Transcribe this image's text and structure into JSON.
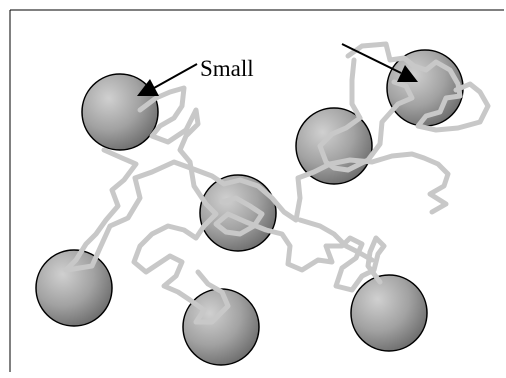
{
  "diagram": {
    "label": "Small",
    "colors": {
      "background": "#ffffff",
      "frame": "#000000",
      "chain": "#c8c8c8",
      "sphere_light": "#c8c8c8",
      "sphere_dark": "#6a6a6a",
      "sphere_outline": "#000000",
      "arrow": "#000000"
    },
    "sphere_count": 7,
    "arrow_count": 2
  }
}
